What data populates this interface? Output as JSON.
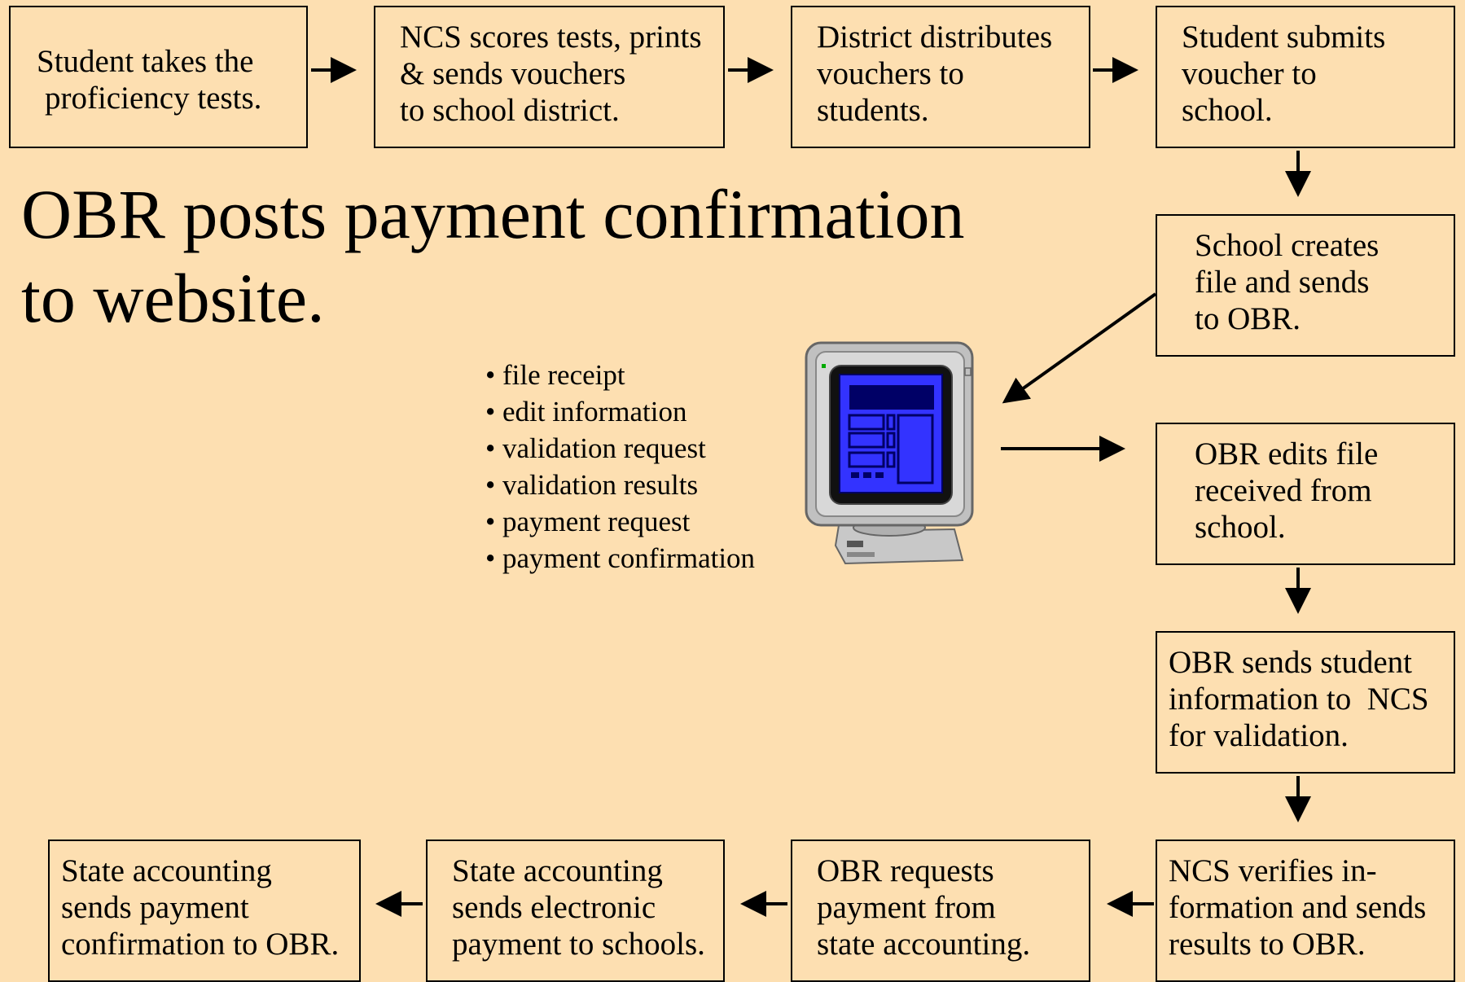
{
  "title": {
    "line1": "OBR posts payment confirmation",
    "line2": "to website."
  },
  "boxes": {
    "b1": [
      "Student takes the",
      "proficiency tests."
    ],
    "b2": [
      "NCS scores tests, prints",
      "& sends vouchers",
      "to school district."
    ],
    "b3": [
      "District distributes",
      "vouchers to",
      "students."
    ],
    "b4": [
      "Student submits",
      "voucher to",
      "school."
    ],
    "b5": [
      "School creates",
      "file and sends",
      "to OBR."
    ],
    "b6": [
      "OBR edits file",
      "received from",
      "school."
    ],
    "b7": [
      "OBR sends student",
      "information to  NCS",
      "for validation."
    ],
    "b8": [
      "NCS verifies in-",
      "formation and sends",
      "results to OBR."
    ],
    "b9": [
      "OBR requests",
      "payment from",
      "state accounting."
    ],
    "b10": [
      "State accounting",
      "sends electronic",
      "payment to schools."
    ],
    "b11": [
      "State accounting",
      "sends payment",
      "confirmation to OBR."
    ]
  },
  "bullets": [
    "file receipt",
    "edit information",
    "validation request",
    "validation results",
    "payment request",
    "payment confirmation"
  ],
  "icons": {
    "computer": "computer-monitor-icon"
  },
  "colors": {
    "background": "#FDDFB1",
    "screen": "#3333FF",
    "screen_dark": "#000066",
    "monitor": "#C0C0C0"
  }
}
